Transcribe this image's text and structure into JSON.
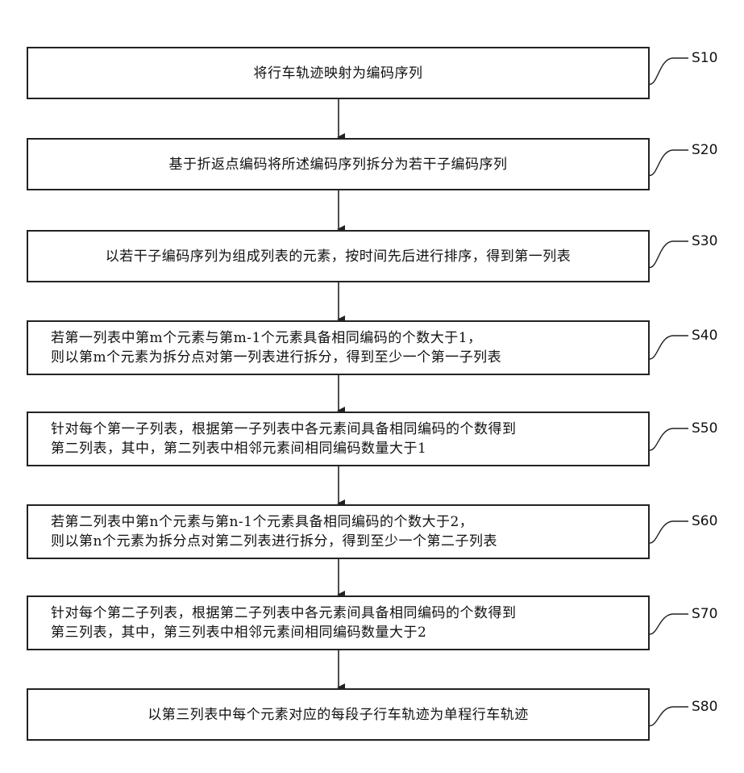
{
  "steps": [
    {
      "id": "S10",
      "lines": [
        "将行车轨迹映射为编码序列"
      ]
    },
    {
      "id": "S20",
      "lines": [
        "基于折返点编码将所述编码序列拆分为若干子编码序列"
      ]
    },
    {
      "id": "S30",
      "lines": [
        "以若干子编码序列为组成列表的元素，按时间先后进行排序，得到第一列表"
      ]
    },
    {
      "id": "S40",
      "lines": [
        "若第一列表中第m个元素与第m-1个元素具备相同编码的个数大于1，",
        "则以第m个元素为拆分点对第一列表进行拆分，得到至少一个第一子列表"
      ]
    },
    {
      "id": "S50",
      "lines": [
        "针对每个第一子列表，根据第一子列表中各元素间具备相同编码的个数得到",
        "第二列表，其中，第二列表中相邻元素间相同编码数量大于1"
      ]
    },
    {
      "id": "S60",
      "lines": [
        "若第二列表中第n个元素与第n-1个元素具备相同编码的个数大于2，",
        "则以第n个元素为拆分点对第二列表进行拆分，得到至少一个第二子列表"
      ]
    },
    {
      "id": "S70",
      "lines": [
        "针对每个第二子列表，根据第二子列表中各元素间具备相同编码的个数得到",
        "第三列表，其中，第三列表中相邻元素间相同编码数量大于2"
      ]
    },
    {
      "id": "S80",
      "lines": [
        "以第三列表中每个元素对应的每段子行车轨迹为单程行车轨迹"
      ]
    }
  ]
}
